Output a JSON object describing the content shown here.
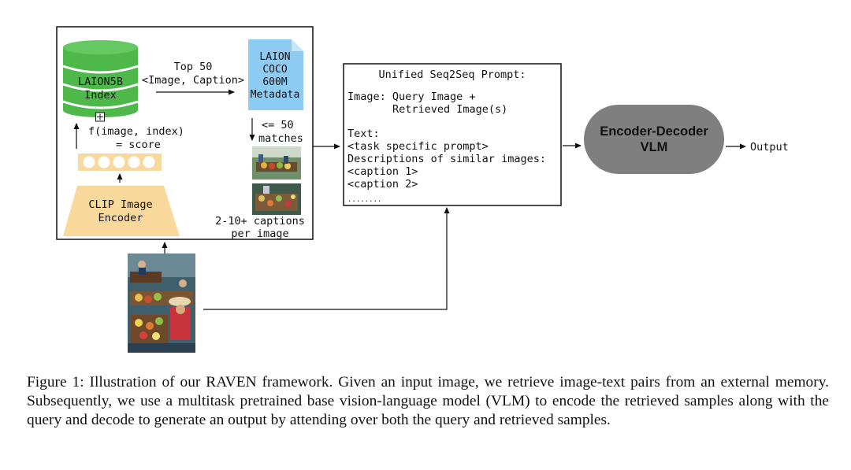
{
  "diagram": {
    "laion5b": {
      "line1": "LAION5B",
      "line2": "Index"
    },
    "top50": {
      "line1": "Top 50",
      "line2": "<Image, Caption>"
    },
    "metadata": {
      "line1": "LAION",
      "line2": "COCO",
      "line3": "600M",
      "line4": "Metadata"
    },
    "matches": {
      "line1": "<= 50",
      "line2": "matches"
    },
    "scoring": {
      "line1": "f(image, index)",
      "line2": "= score"
    },
    "clip": {
      "line1": "CLIP Image",
      "line2": "Encoder"
    },
    "captions": {
      "line1": "2-10+ captions",
      "line2": "per image"
    },
    "prompt": {
      "title": "Unified Seq2Seq Prompt:",
      "image_line1": "Image: Query Image +",
      "image_line2": "Retrieved Image(s)",
      "text_label": "Text:",
      "task": "<task specific prompt>",
      "descriptions": "Descriptions of similar images:",
      "caption1": "<caption 1>",
      "caption2": "<caption 2>",
      "ellipsis": "........"
    },
    "vlm": {
      "line1": "Encoder-Decoder",
      "line2": "VLM"
    },
    "output": "Output",
    "colors": {
      "db_green": "#4fb84b",
      "doc_blue": "#8ecbf2",
      "clip_orange": "#f9d89c",
      "vlm_gray": "#7f7f7f",
      "text": "#111111"
    }
  },
  "figure_caption": "Figure 1: Illustration of our RAVEN framework. Given an input image, we retrieve image-text pairs from an external memory. Subsequently, we use a multitask pretrained base vision-language model (VLM) to encode the retrieved samples along with the query and decode to generate an output by attending over both the query and retrieved samples."
}
